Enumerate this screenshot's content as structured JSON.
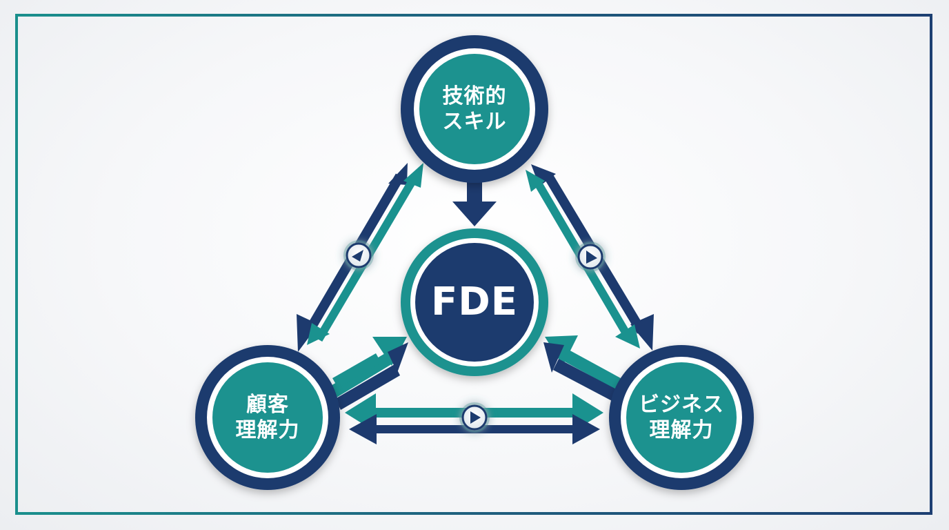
{
  "diagram": {
    "center": {
      "label": "FDE"
    },
    "nodes": {
      "top": {
        "line1": "技術的",
        "line2": "スキル"
      },
      "left": {
        "line1": "顧客",
        "line2": "理解力"
      },
      "right": {
        "line1": "ビジネス",
        "line2": "理解力"
      }
    },
    "colors": {
      "navy": "#1d3a6e",
      "teal": "#1a928f",
      "frame_left": "#1a8f8c",
      "frame_right": "#1d3f72",
      "text": "#ffffff"
    },
    "icons": [
      "chevron-left-icon",
      "chevron-right-icon",
      "chevron-right-icon"
    ]
  }
}
